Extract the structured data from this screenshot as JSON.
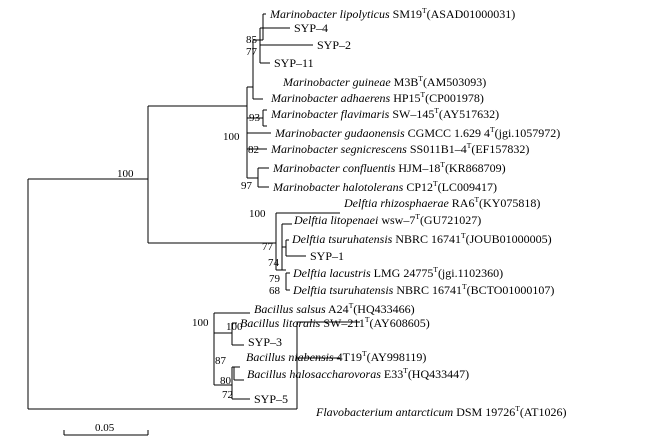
{
  "tree": {
    "leaves": [
      {
        "species": "Marinobacter lipolyticus",
        "strain": "SM19",
        "type_strain": true,
        "accession": "(ASAD01000031)"
      },
      {
        "species": "",
        "strain": "SYP–4",
        "type_strain": false,
        "accession": ""
      },
      {
        "species": "",
        "strain": "SYP–2",
        "type_strain": false,
        "accession": ""
      },
      {
        "species": "",
        "strain": "SYP–11",
        "type_strain": false,
        "accession": ""
      },
      {
        "species": "Marinobacter guineae",
        "strain": "M3B",
        "type_strain": true,
        "accession": "(AM503093)"
      },
      {
        "species": "Marinobacter adhaerens",
        "strain": "HP15",
        "type_strain": true,
        "accession": "(CP001978)"
      },
      {
        "species": "Marinobacter flavimaris",
        "strain": "SW–145",
        "type_strain": true,
        "accession": "(AY517632)"
      },
      {
        "species": "Marinobacter gudaonensis",
        "strain": "CGMCC 1.629 4",
        "type_strain": true,
        "accession": "(jgi.1057972)"
      },
      {
        "species": "Marinobacter segnicrescens",
        "strain": "SS011B1–4",
        "type_strain": true,
        "accession": "(EF157832)"
      },
      {
        "species": "Marinobacter confluentis",
        "strain": "HJM–18",
        "type_strain": true,
        "accession": "(KR868709)"
      },
      {
        "species": "Marinobacter halotolerans",
        "strain": "CP12",
        "type_strain": true,
        "accession": "(LC009417)"
      },
      {
        "species": "Delftia rhizosphaerae",
        "strain": "RA6",
        "type_strain": true,
        "accession": "(KY075818)"
      },
      {
        "species": "Delftia litopenaei",
        "strain": "wsw–7",
        "type_strain": true,
        "accession": "(GU721027)"
      },
      {
        "species": "Delftia tsuruhatensis",
        "strain": "NBRC 16741",
        "type_strain": true,
        "accession": "(JOUB01000005)"
      },
      {
        "species": "",
        "strain": "SYP–1",
        "type_strain": false,
        "accession": ""
      },
      {
        "species": "Delftia lacustris",
        "strain": "LMG 24775",
        "type_strain": true,
        "accession": "(jgi.1102360)"
      },
      {
        "species": "Delftia tsuruhatensis",
        "strain": "NBRC 16741",
        "type_strain": true,
        "accession": "(BCTO01000107)"
      },
      {
        "species": "Bacillus salsus",
        "strain": "A24",
        "type_strain": true,
        "accession": "(HQ433466)"
      },
      {
        "species": "Bacillus litoralis",
        "strain": "SW–211",
        "type_strain": true,
        "accession": "(AY608605)"
      },
      {
        "species": "",
        "strain": "SYP–3",
        "type_strain": false,
        "accession": ""
      },
      {
        "species": "Bacillus niabensis",
        "strain": "4T19",
        "type_strain": true,
        "accession": "(AY998119)"
      },
      {
        "species": "Bacillus halosaccharovoras",
        "strain": "E33",
        "type_strain": true,
        "accession": "(HQ433447)"
      },
      {
        "species": "",
        "strain": "SYP–5",
        "type_strain": false,
        "accession": ""
      },
      {
        "species": "Flavobacterium antarcticum",
        "strain": "DSM 19726",
        "type_strain": true,
        "accession": "(AT1026)"
      }
    ],
    "type_mark": "T",
    "bootstrap": [
      "85",
      "77",
      "100",
      "93",
      "82",
      "97",
      "100",
      "100",
      "77",
      "74",
      "79",
      "68",
      "100",
      "100",
      "87",
      "80",
      "72"
    ],
    "scale_bar": "0.05"
  }
}
